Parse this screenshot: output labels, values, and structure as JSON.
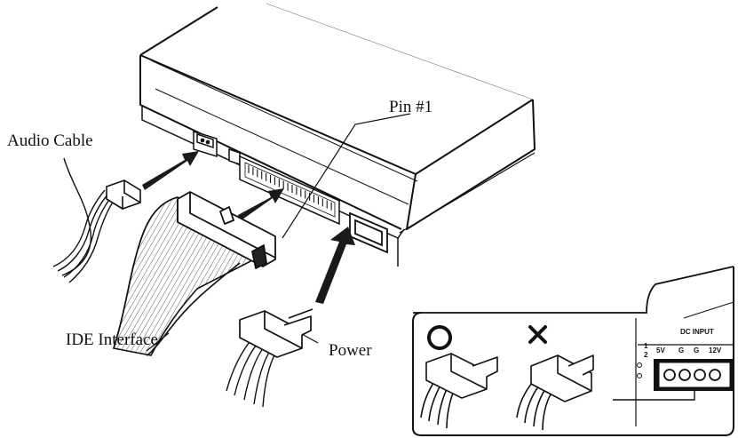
{
  "diagram": {
    "labels": {
      "audio_cable": "Audio Cable",
      "pin1": "Pin #1",
      "ide_interface": "IDE Interface",
      "power": "Power"
    },
    "inset": {
      "correct_symbol": "O",
      "wrong_symbol": "×",
      "dc_input_label": "DC INPUT",
      "pin_labels": [
        "5V",
        "G",
        "G",
        "12V"
      ],
      "side_mark_top": "1",
      "side_mark_bottom": "2"
    },
    "colors": {
      "line": "#111111",
      "arrow": "#1a1a1a",
      "background": "#ffffff"
    }
  }
}
